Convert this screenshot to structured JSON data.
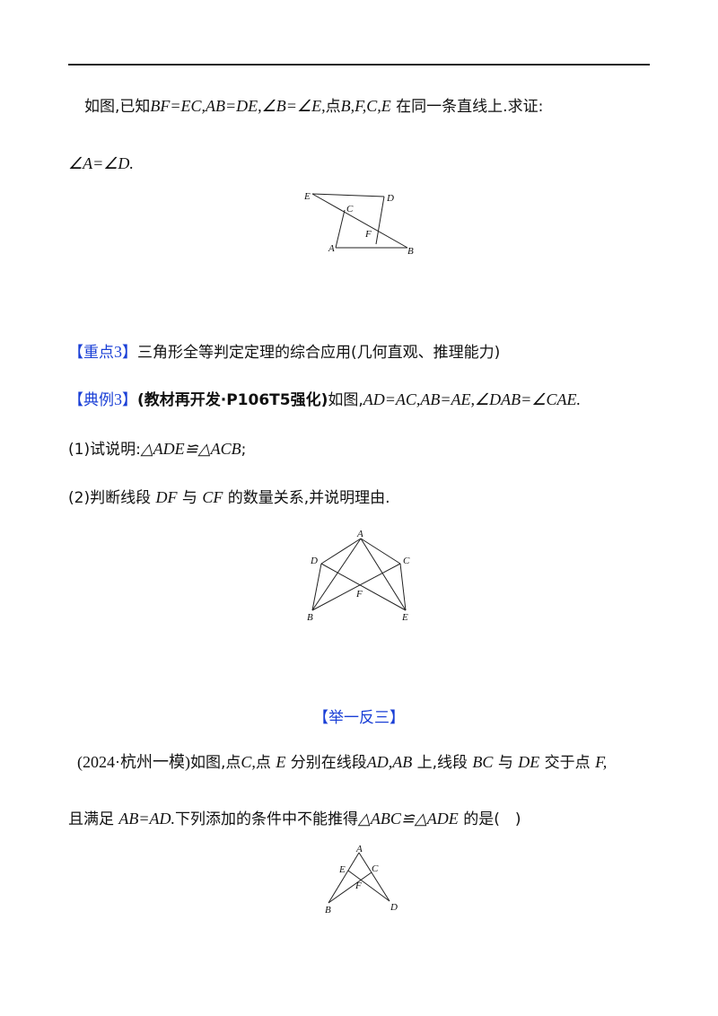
{
  "problem1": {
    "t1": "如图,已知",
    "m1": "BF=EC,AB=DE,∠B=∠E,",
    "t2": "点",
    "m2": "B,F,C,E",
    "t3": "在同一条直线上.求证:",
    "m3": "∠A=∠D."
  },
  "fig1": {
    "E": "E",
    "D": "D",
    "C": "C",
    "F": "F",
    "A": "A",
    "B": "B"
  },
  "key3": {
    "tag": "【重点",
    "num": "3",
    "tag_end": "】",
    "text": "三角形全等判定定理的综合应用(几何直观、推理能力)"
  },
  "ex3": {
    "tag": "【典例",
    "num": "3",
    "tag_end": "】",
    "source": "(教材再开发·P106T5强化)",
    "t1": "如图,",
    "m1": "AD=AC,AB=AE,∠DAB=∠CAE.",
    "q1_pre": "(1)试说明:",
    "q1_m": "△ADE≌△ACB",
    "q1_end": ";",
    "q2_pre": "(2)判断线段",
    "q2_m1": "DF",
    "q2_mid": "与",
    "q2_m2": "CF",
    "q2_end": "的数量关系,并说明理由."
  },
  "fig2": {
    "A": "A",
    "D": "D",
    "C": "C",
    "F": "F",
    "B": "B",
    "E": "E"
  },
  "practice_title": "【举一反三】",
  "practice": {
    "src": "(2024·杭州一模)",
    "t1": "如图,点",
    "m1": "C,",
    "t2": "点",
    "m2": "E",
    "t3": "分别在线段",
    "m3": "AD,AB",
    "t4": "上,线段",
    "m4": "BC",
    "t5": "与",
    "m5": "DE",
    "t6": "交于点",
    "m6": "F,",
    "t7": "且满足",
    "m7": "AB=AD.",
    "t8": "下列添加的条件中不能推得",
    "m8": "△ABC≌△ADE",
    "t9": "的是(　)"
  },
  "fig3": {
    "A": "A",
    "E": "E",
    "C": "C",
    "F": "F",
    "B": "B",
    "D": "D"
  }
}
